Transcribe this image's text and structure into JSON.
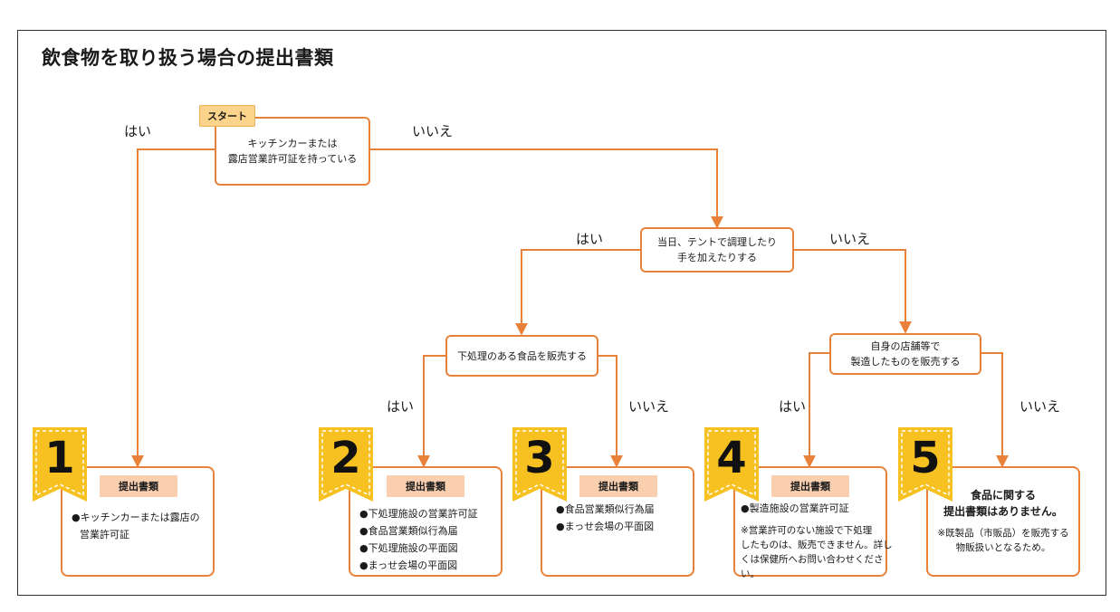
{
  "title": "飲食物を取り扱う場合の提出書類",
  "start_label": "スタート",
  "nodes": {
    "q1": {
      "line1": "キッチンカーまたは",
      "line2": "露店営業許可証を持っている"
    },
    "q2": {
      "line1": "当日、テントで調理したり",
      "line2": "手を加えたりする"
    },
    "q3": {
      "line1": "下処理のある食品を販売する"
    },
    "q4": {
      "line1": "自身の店舗等で",
      "line2": "製造したものを販売する"
    }
  },
  "answers": {
    "yes": "はい",
    "no": "いいえ"
  },
  "results": [
    {
      "number": "1",
      "tag": "提出書類",
      "items": [
        "●キッチンカーまたは露店の",
        "営業許可証"
      ]
    },
    {
      "number": "2",
      "tag": "提出書類",
      "items": [
        "●下処理施設の営業許可証",
        "●食品営業類似行為届",
        "●下処理施設の平面図",
        "●まっせ会場の平面図"
      ]
    },
    {
      "number": "3",
      "tag": "提出書類",
      "items": [
        "●食品営業類似行為届",
        "●まっせ会場の平面図"
      ]
    },
    {
      "number": "4",
      "tag": "提出書類",
      "items": [
        "●製造施設の営業許可証"
      ],
      "note": [
        "※営業許可のない施設で下処理",
        "したものは、販売できません。詳し",
        "くは保健所へお問い合わせくださ",
        "い。"
      ]
    },
    {
      "number": "5",
      "heading1": "食品に関する",
      "heading2": "提出書類はありません。",
      "note1": "※既製品（市販品）を販売する",
      "note2": "物販扱いとなるため。"
    }
  ],
  "colors": {
    "line": "#e8823a",
    "badge": "#f7c221",
    "tag": "#f9cfb0",
    "start": "#fbd38a"
  }
}
